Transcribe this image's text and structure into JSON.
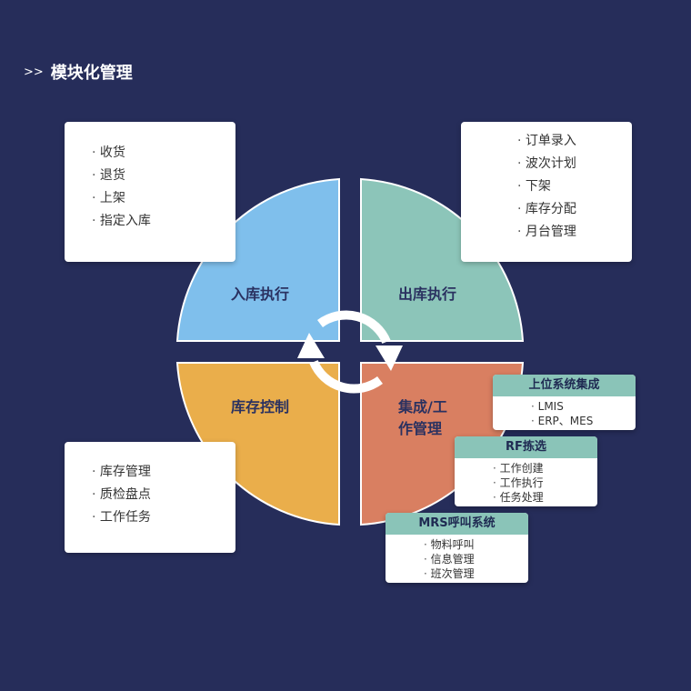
{
  "title": {
    "prefix": ">>",
    "text": "模块化管理"
  },
  "quadrants": [
    {
      "key": "top-left",
      "label": "入库执行",
      "color": "#7fbfec"
    },
    {
      "key": "top-right",
      "label": "出库执行",
      "color": "#8cc5b9"
    },
    {
      "key": "bottom-left",
      "label": "库存控制",
      "color": "#eaae4b"
    },
    {
      "key": "bottom-right",
      "label_line1": "集成/工",
      "label_line2": "作管理",
      "color": "#d97f61"
    }
  ],
  "cards": {
    "inbound": {
      "items": [
        "收货",
        "退货",
        "上架",
        "指定入库"
      ]
    },
    "outbound": {
      "items": [
        "订单录入",
        "波次计划",
        "下架",
        "库存分配",
        "月台管理"
      ]
    },
    "inventory": {
      "items": [
        "库存管理",
        "质检盘点",
        "工作任务"
      ]
    }
  },
  "sub_cards": {
    "upper_system": {
      "header": "上位系统集成",
      "items": [
        "LMIS",
        "ERP、MES"
      ]
    },
    "rf_picking": {
      "header": "RF拣选",
      "items": [
        "工作创建",
        "工作执行",
        "任务处理"
      ]
    },
    "mrs_call": {
      "header": "MRS呼叫系统",
      "items": [
        "物料呼叫",
        "信息管理",
        "班次管理"
      ]
    }
  },
  "colors": {
    "background": "#262d5a",
    "header_bg": "#8ac4b8",
    "arrow": "#ffffff"
  }
}
